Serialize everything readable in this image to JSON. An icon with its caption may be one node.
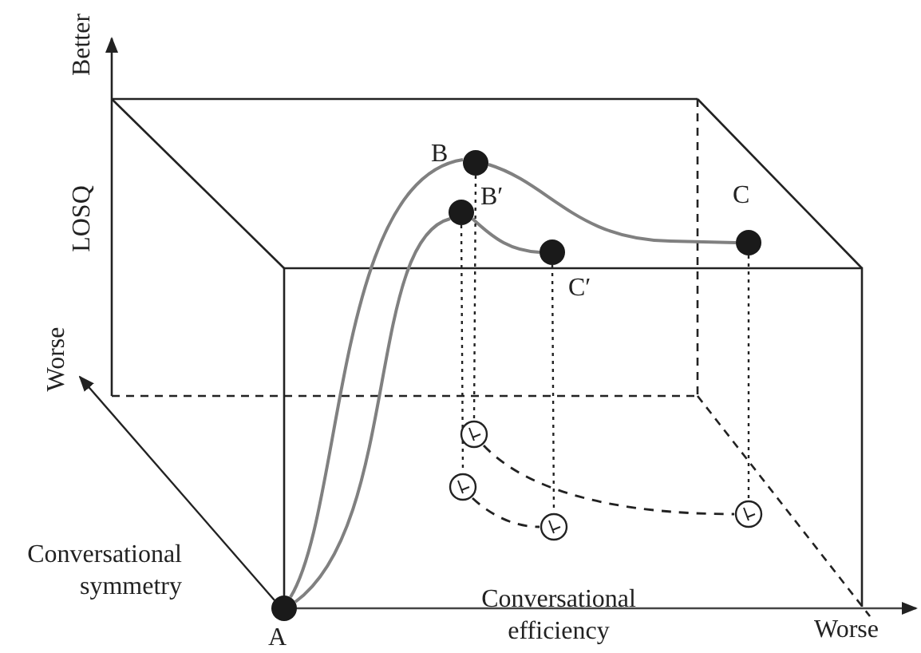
{
  "diagram": {
    "nodes": [
      {
        "text": [
          "A"
        ]
      },
      {
        "text": [
          "B"
        ]
      },
      {
        "text": [
          "B′"
        ]
      },
      {
        "text": [
          "C"
        ]
      },
      {
        "text": [
          "C′"
        ]
      },
      {
        "text": [],
        "shape": "circle"
      },
      {
        "text": [],
        "shape": "circle"
      },
      {
        "text": [],
        "shape": "circle"
      },
      {
        "text": [],
        "shape": "circle"
      }
    ],
    "edges": [
      {
        "from": 0,
        "to": 1,
        "arrow": "none",
        "color": "#808080"
      },
      {
        "from": 1,
        "to": 3,
        "arrow": "none",
        "color": "#808080"
      },
      {
        "from": 0,
        "to": 2,
        "arrow": "none",
        "color": "#808080"
      },
      {
        "from": 2,
        "to": 4,
        "arrow": "none",
        "color": "#808080"
      },
      {
        "from": 1,
        "to": 6,
        "arrow": "none",
        "style": "dashed"
      },
      {
        "from": 2,
        "to": 5,
        "arrow": "none",
        "style": "dashed"
      },
      {
        "from": 4,
        "to": 7,
        "arrow": "none",
        "style": "dashed"
      },
      {
        "from": 3,
        "to": 8,
        "arrow": "none",
        "style": "dashed"
      },
      {
        "from": 6,
        "to": 8,
        "arrow": "none",
        "style": "dashed"
      },
      {
        "from": 5,
        "to": 7,
        "arrow": "none",
        "style": "dashed"
      }
    ],
    "labels": [
      "Better",
      "LOSQ",
      "Worse",
      "Conversational symmetry",
      "Conversational efficiency",
      "Worse"
    ]
  }
}
